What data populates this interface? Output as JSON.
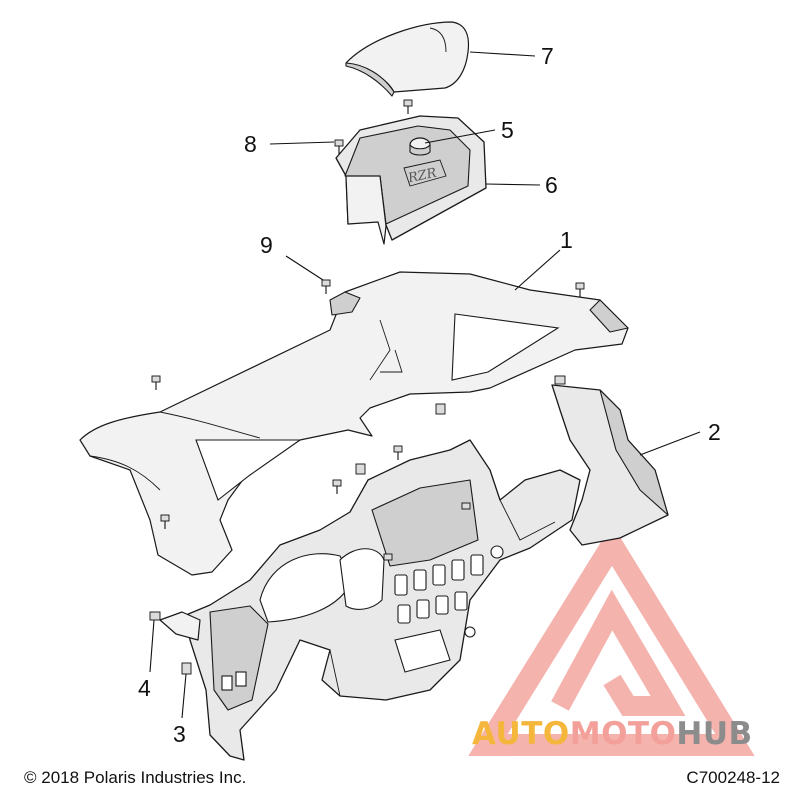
{
  "diagram": {
    "callouts": [
      {
        "id": "1",
        "label": "1"
      },
      {
        "id": "2",
        "label": "2"
      },
      {
        "id": "3",
        "label": "3"
      },
      {
        "id": "4",
        "label": "4"
      },
      {
        "id": "5",
        "label": "5"
      },
      {
        "id": "6",
        "label": "6"
      },
      {
        "id": "7",
        "label": "7"
      },
      {
        "id": "8",
        "label": "8"
      },
      {
        "id": "9",
        "label": "9"
      }
    ],
    "copyright": "© 2018 Polaris Industries Inc.",
    "drawing_code": "C700248-12"
  },
  "watermark": {
    "brand_part1": "AUTO",
    "brand_part2": "MOTO",
    "brand_part3": "HUB",
    "color_part1": "#f5b63c",
    "color_part2": "#f4a09a",
    "color_part3": "#8c8c8c",
    "logo_color": "#f4a6a0"
  }
}
